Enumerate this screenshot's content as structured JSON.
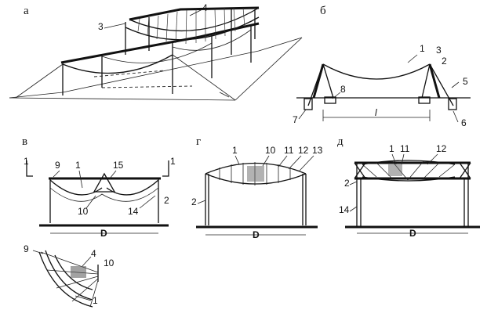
{
  "panels": {
    "a": "а",
    "b": "б",
    "v": "в",
    "g": "г",
    "d": "д"
  },
  "labels": {
    "a": {
      "n3": "3",
      "n4": "4"
    },
    "b": {
      "n1": "1",
      "n2": "2",
      "n3": "3",
      "n5": "5",
      "n6": "6",
      "n7": "7",
      "n8": "8",
      "span": "l"
    },
    "v": {
      "n9": "9",
      "n1": "1",
      "n15": "15",
      "n10": "10",
      "n14": "14",
      "n2": "2",
      "mark_left": "1",
      "mark_right": "1",
      "span": "D"
    },
    "plan": {
      "n9": "9",
      "n4": "4",
      "n10": "10",
      "n1": "1"
    },
    "g": {
      "n1": "1",
      "n10": "10",
      "n11": "11",
      "n12": "12",
      "n13": "13",
      "n2": "2",
      "span": "D"
    },
    "d": {
      "n1": "1",
      "n11": "11",
      "n12": "12",
      "n2": "2",
      "n14": "14",
      "span": "D"
    }
  }
}
